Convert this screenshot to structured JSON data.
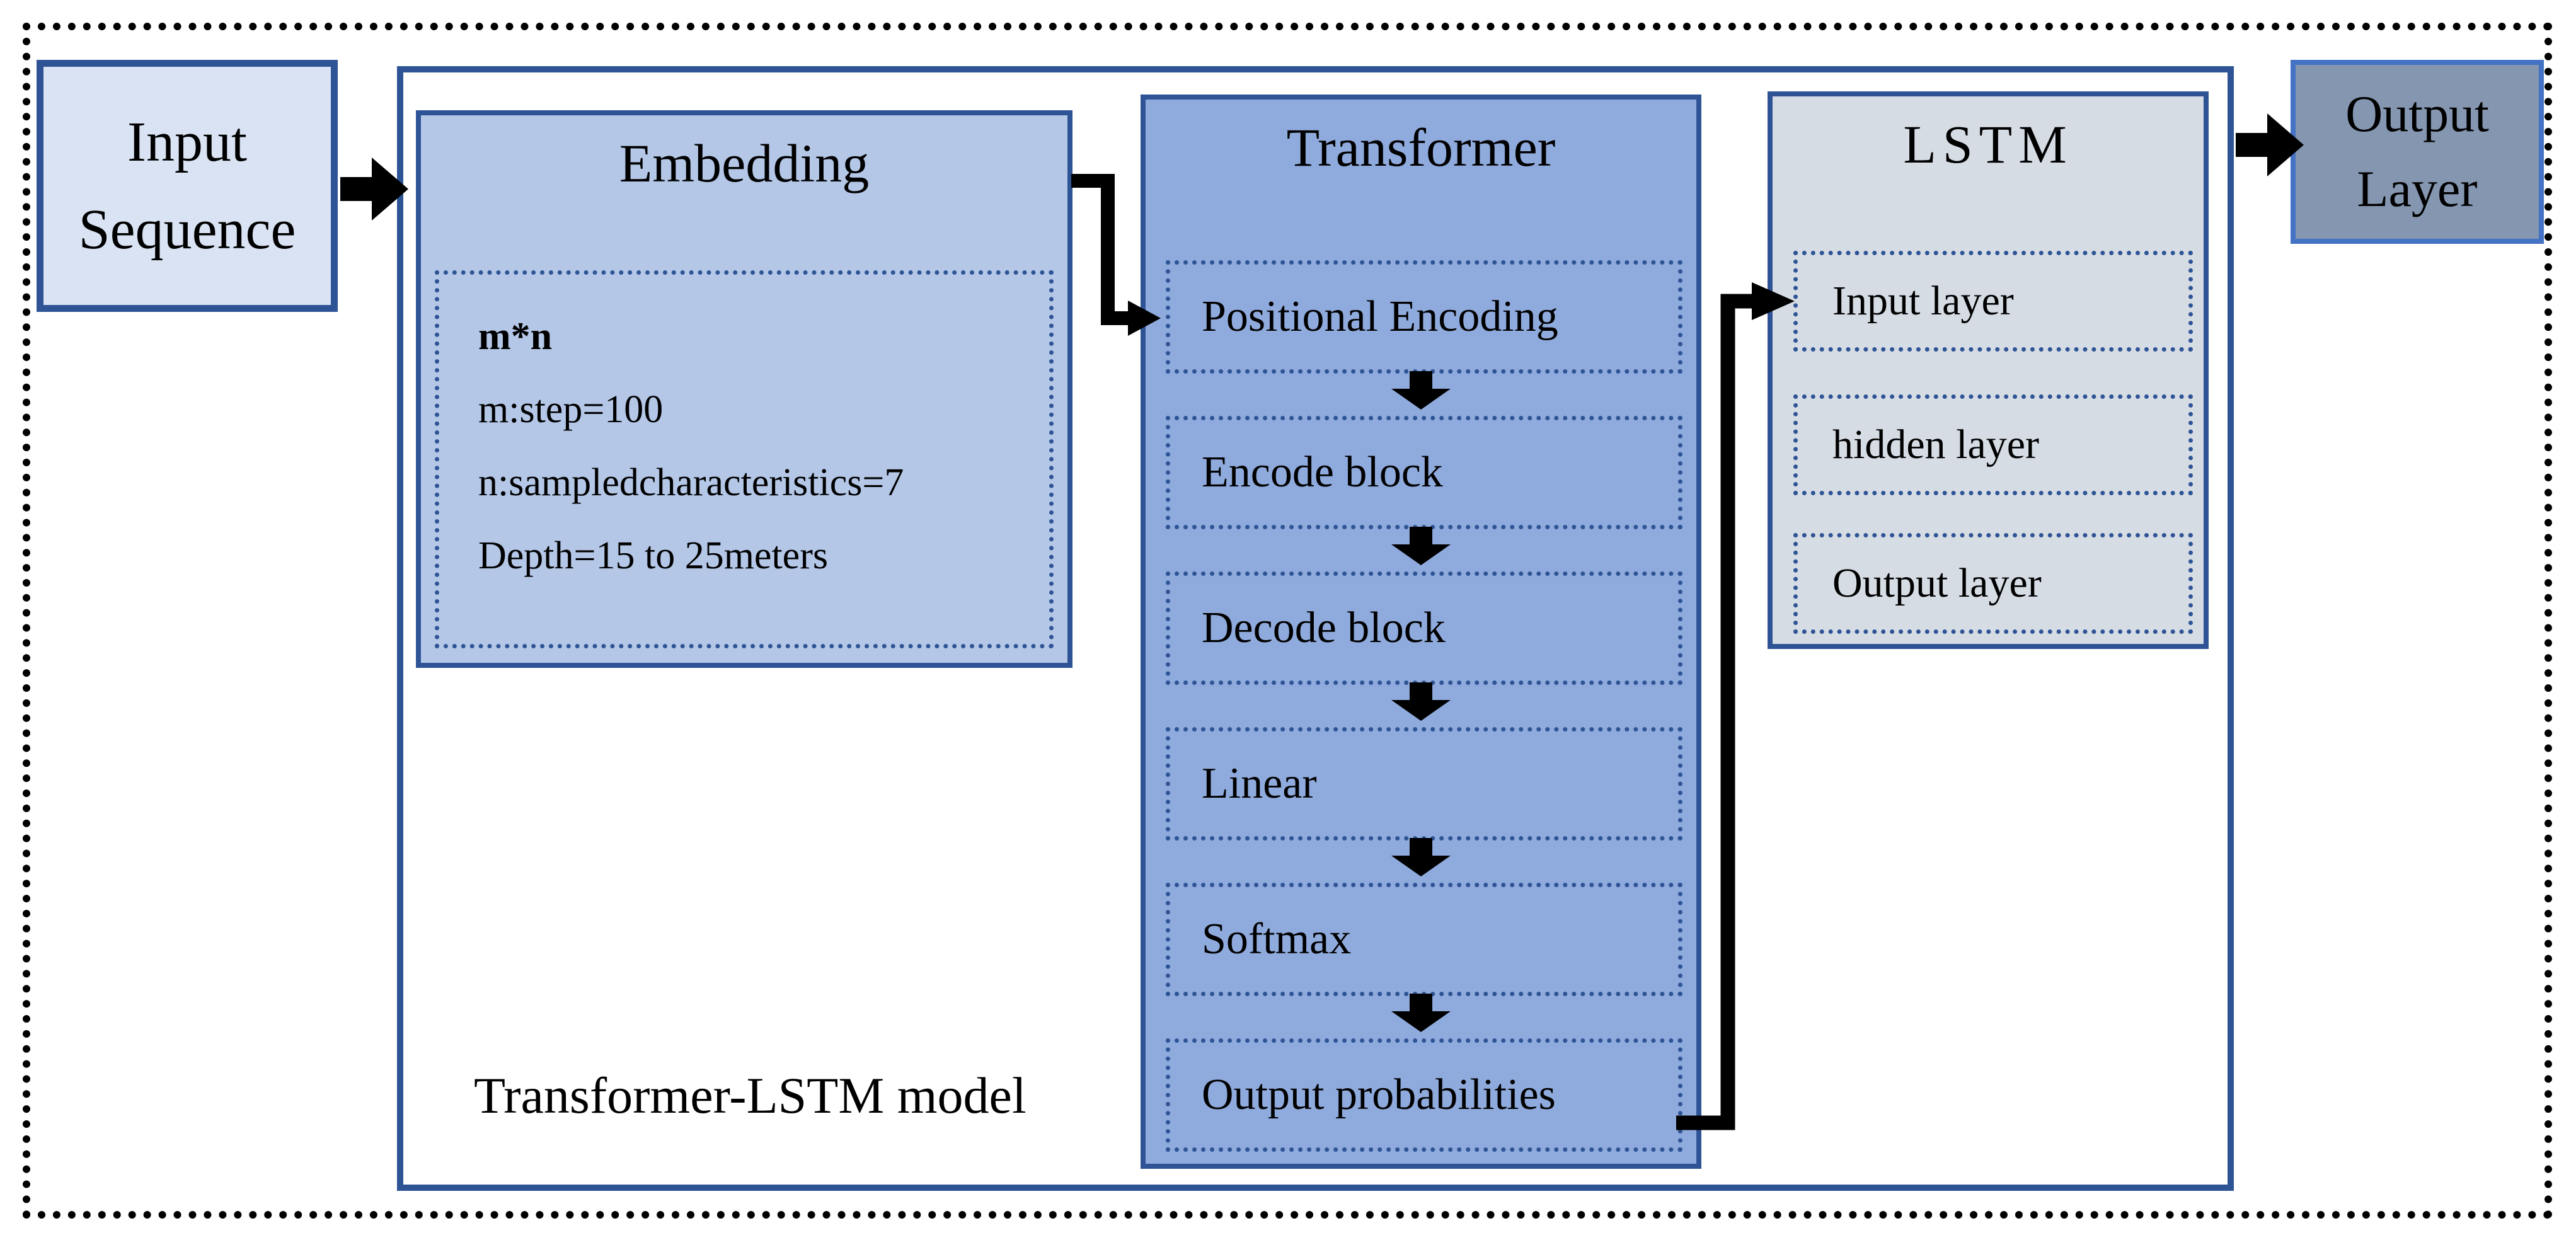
{
  "caption": "Transformer-LSTM model",
  "input_sequence": {
    "label": "Input Sequence"
  },
  "embedding": {
    "title": "Embedding",
    "details": [
      "m*n",
      "m:step=100",
      "n:sampledcharacteristics=7",
      "Depth=15 to 25meters"
    ]
  },
  "transformer": {
    "title": "Transformer",
    "blocks": [
      "Positional Encoding",
      "Encode block",
      "Decode block",
      "Linear",
      "Softmax",
      "Output probabilities"
    ]
  },
  "lstm": {
    "title": "LSTM",
    "layers": [
      "Input layer",
      "hidden layer",
      "Output layer"
    ]
  },
  "output_layer": {
    "label": "Output Layer"
  },
  "colors": {
    "input_fill": "#dae3f3",
    "embedding_fill": "#b4c7e7",
    "transformer_fill": "#8faadc",
    "lstm_fill": "#d6dce4",
    "output_fill": "#8496b0",
    "border_dark": "#2f5496",
    "output_border": "#4472c4",
    "outer_frame": "#000000",
    "arrow": "#000000"
  }
}
